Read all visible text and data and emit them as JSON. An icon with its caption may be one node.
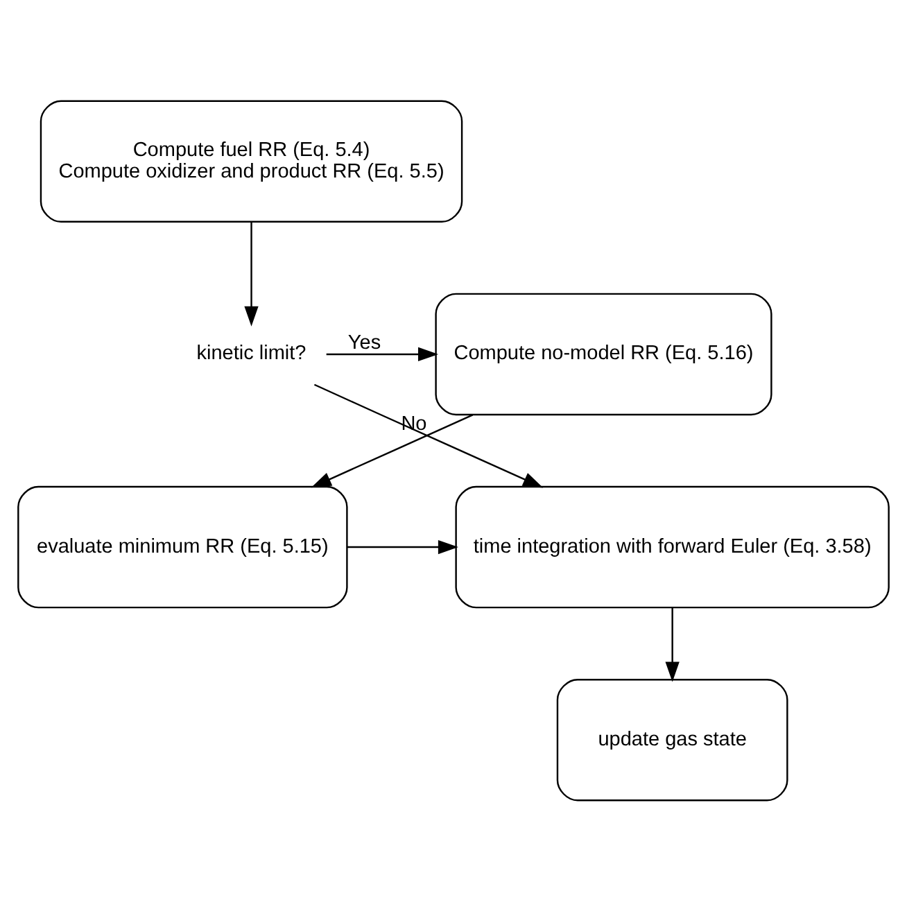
{
  "diagram": {
    "nodes": [
      {
        "text": [
          "Compute fuel RR (Eq. 5.4)",
          "Compute oxidizer and product RR (Eq. 5.5)"
        ]
      },
      {
        "text": [
          "kinetic limit?"
        ]
      },
      {
        "text": [
          "Compute no-model RR (Eq. 5.16)"
        ]
      },
      {
        "text": [
          "evaluate minimum RR (Eq. 5.15)"
        ]
      },
      {
        "text": [
          "time integration with forward Euler (Eq. 3.58)"
        ]
      },
      {
        "text": [
          "update gas state"
        ]
      }
    ],
    "edges": [
      {
        "from": 0,
        "to": 1,
        "arrow": "to"
      },
      {
        "from": 1,
        "to": 2,
        "arrow": "to",
        "label": "Yes"
      },
      {
        "from": 1,
        "to": 4,
        "arrow": "to",
        "label": "No"
      },
      {
        "from": 2,
        "to": 3,
        "arrow": "to"
      },
      {
        "from": 3,
        "to": 4,
        "arrow": "to"
      },
      {
        "from": 4,
        "to": 5,
        "arrow": "to"
      }
    ]
  }
}
